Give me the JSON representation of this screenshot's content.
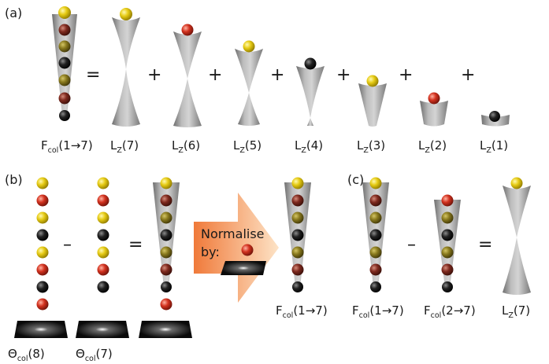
{
  "panels": {
    "a": "(a)",
    "b": "(b)",
    "c": "(c)"
  },
  "operators": {
    "equals": "=",
    "plus": "+",
    "minus": "–"
  },
  "labels": {
    "f_main": "F",
    "f_main_sub": "col",
    "f_main_arg": "(1→7)",
    "lz": "L",
    "lz_sub": "Z",
    "lz7": "(7)",
    "lz6": "(6)",
    "lz5": "(5)",
    "lz4": "(4)",
    "lz3": "(3)",
    "lz2": "(2)",
    "lz1": "(1)",
    "theta": "Θ",
    "theta_sub": "col",
    "theta8": "(8)",
    "theta7": "(7)",
    "f_b": "F",
    "f_b_sub": "col",
    "f_b_arg": "(1→7)",
    "f_c1": "F",
    "f_c1_sub": "col",
    "f_c1_arg": "(1→7)",
    "f_c2": "F",
    "f_c2_sub": "col",
    "f_c2_arg": "(2→7)",
    "lz_c": "L",
    "lz_c_sub": "Z",
    "lz_c_arg": "(7)"
  },
  "normalise": {
    "line1": "Normalise",
    "line2": "by:"
  },
  "colors": {
    "yellow": "#e8d01c",
    "red": "#cc2e22",
    "black": "#1c1c1c",
    "olive": "#8a7a1e",
    "darkred": "#7a2a20",
    "cone": "#9a9a9a",
    "arrow": "#f2a25a"
  }
}
